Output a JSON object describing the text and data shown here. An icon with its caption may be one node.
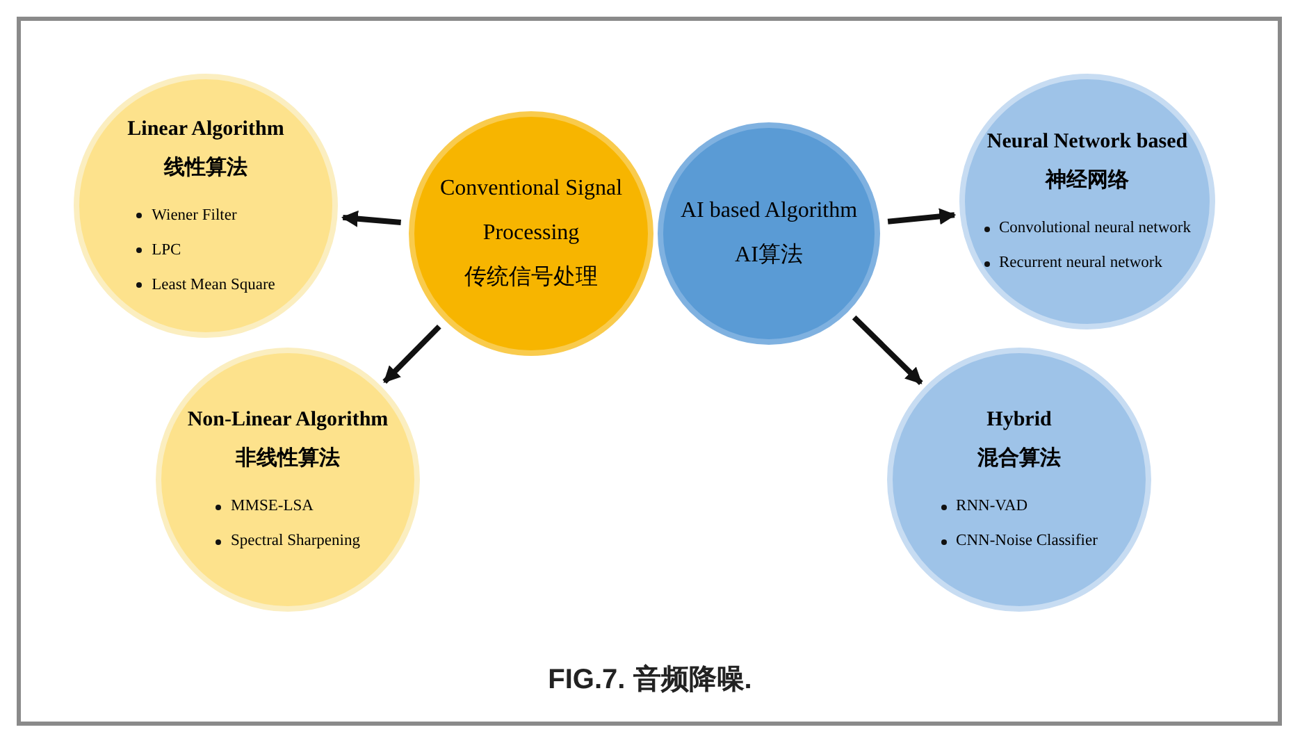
{
  "diagram": {
    "caption": "**FIG.7.** 音频降噪.",
    "nodes": [
      {
        "text": [
          "Linear Algorithm",
          "线性算法",
          "Wiener Filter",
          "LPC",
          "Least Mean Square"
        ]
      },
      {
        "text": [
          "Conventional Signal Processing",
          "传统信号处理"
        ]
      },
      {
        "text": [
          "AI based Algorithm",
          "AI算法"
        ]
      },
      {
        "text": [
          "Neural Network based",
          "神经网络",
          "Convolutional neural network",
          "Recurrent neural network"
        ]
      },
      {
        "text": [
          "Non-Linear Algorithm",
          "非线性算法",
          "MMSE-LSA",
          "Spectral Sharpening"
        ]
      },
      {
        "text": [
          "Hybrid",
          "混合算法",
          "RNN-VAD",
          "CNN-Noise Classifier"
        ]
      }
    ],
    "edges": [
      {
        "from": 1,
        "to": 0,
        "arrow": "to"
      },
      {
        "from": 1,
        "to": 4,
        "arrow": "to"
      },
      {
        "from": 2,
        "to": 3,
        "arrow": "to"
      },
      {
        "from": 2,
        "to": 5,
        "arrow": "to"
      }
    ]
  }
}
